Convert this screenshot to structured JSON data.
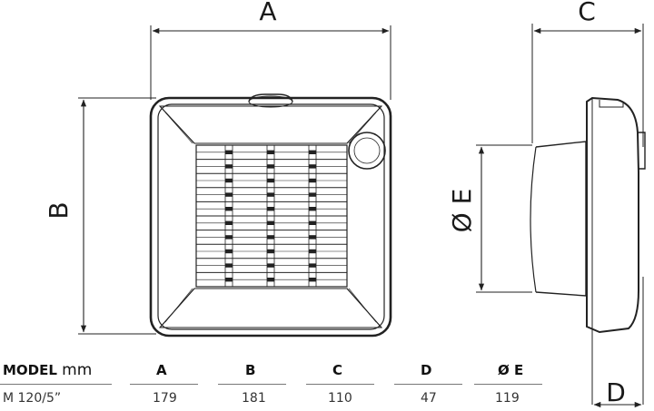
{
  "drawing": {
    "label_a": "A",
    "label_b": "B",
    "label_c": "C",
    "label_d": "D",
    "label_e": "Ø E"
  },
  "table": {
    "model_header": "MODEL",
    "unit": "mm",
    "columns": [
      "A",
      "B",
      "C",
      "D",
      "Ø E"
    ],
    "rows": [
      {
        "model": "M 120/5”",
        "values": [
          "179",
          "181",
          "110",
          "47",
          "119"
        ]
      }
    ]
  }
}
